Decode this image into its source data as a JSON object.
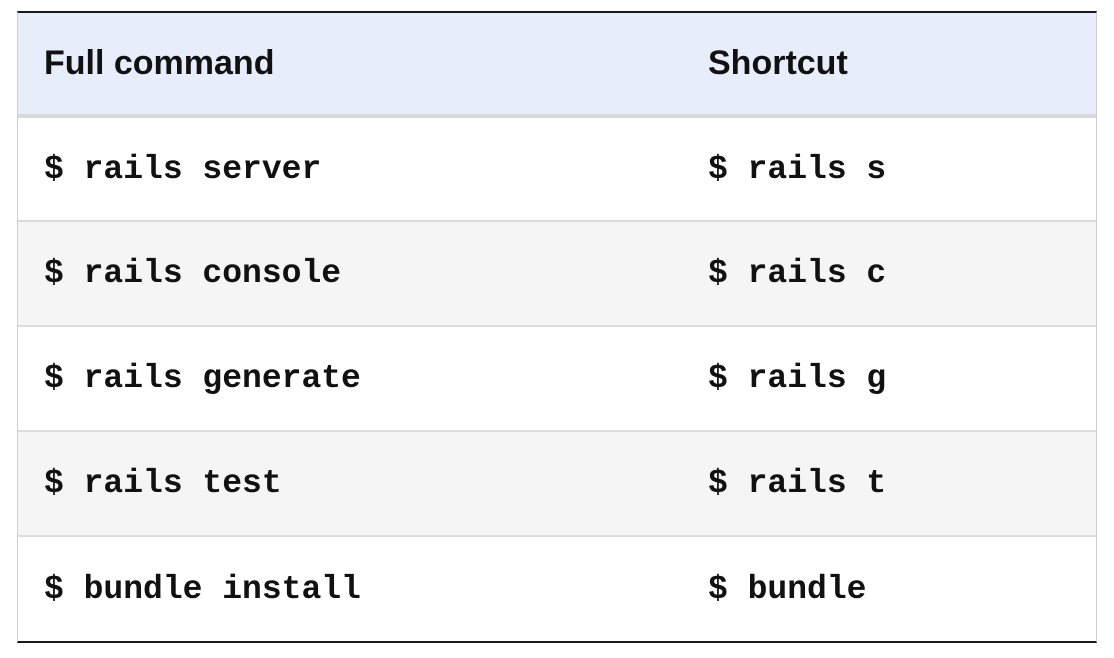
{
  "table": {
    "headers": {
      "full_command": "Full command",
      "shortcut": "Shortcut"
    },
    "rows": [
      {
        "full": "$ rails server",
        "short": "$ rails s"
      },
      {
        "full": "$ rails console",
        "short": "$ rails c"
      },
      {
        "full": "$ rails generate",
        "short": "$ rails g"
      },
      {
        "full": "$ rails test",
        "short": "$ rails t"
      },
      {
        "full": "$ bundle install",
        "short": "$ bundle"
      }
    ]
  }
}
